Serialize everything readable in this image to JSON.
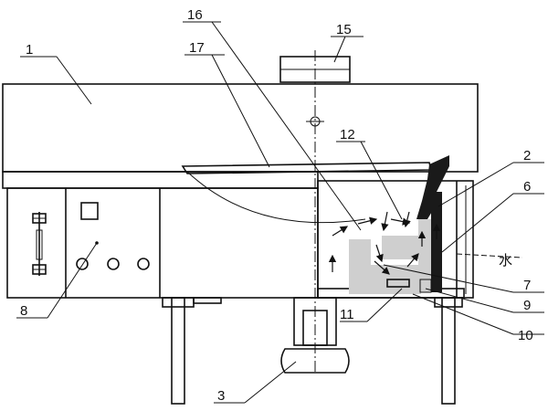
{
  "labels": {
    "l1": "1",
    "l2": "2",
    "l3": "3",
    "l6": "6",
    "l7": "7",
    "l8": "8",
    "l9": "9",
    "l10": "10",
    "l11": "11",
    "l12": "12",
    "l15": "15",
    "l16": "16",
    "l17": "17"
  },
  "annotation_mark": "水"
}
